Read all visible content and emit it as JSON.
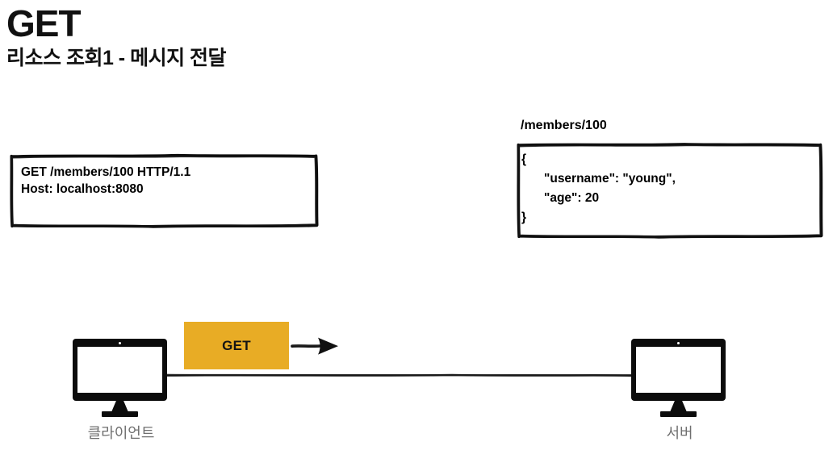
{
  "header": {
    "title": "GET",
    "subtitle": "리소스 조회1 - 메시지 전달"
  },
  "request_box": {
    "name": "http-request-message",
    "lines": [
      "GET /members/100 HTTP/1.1",
      "Host: localhost:8080"
    ]
  },
  "response_box": {
    "label": "/members/100",
    "lines": [
      "{",
      "\"username\": \"young\",",
      "\"age\": 20",
      "}"
    ]
  },
  "flow": {
    "client_label": "클라이언트",
    "server_label": "서버",
    "method_chip": "GET"
  },
  "colors": {
    "chip_fill": "#e8ac25",
    "ink": "#000000",
    "label_gray": "#6f6f6f",
    "background": "#ffffff"
  }
}
